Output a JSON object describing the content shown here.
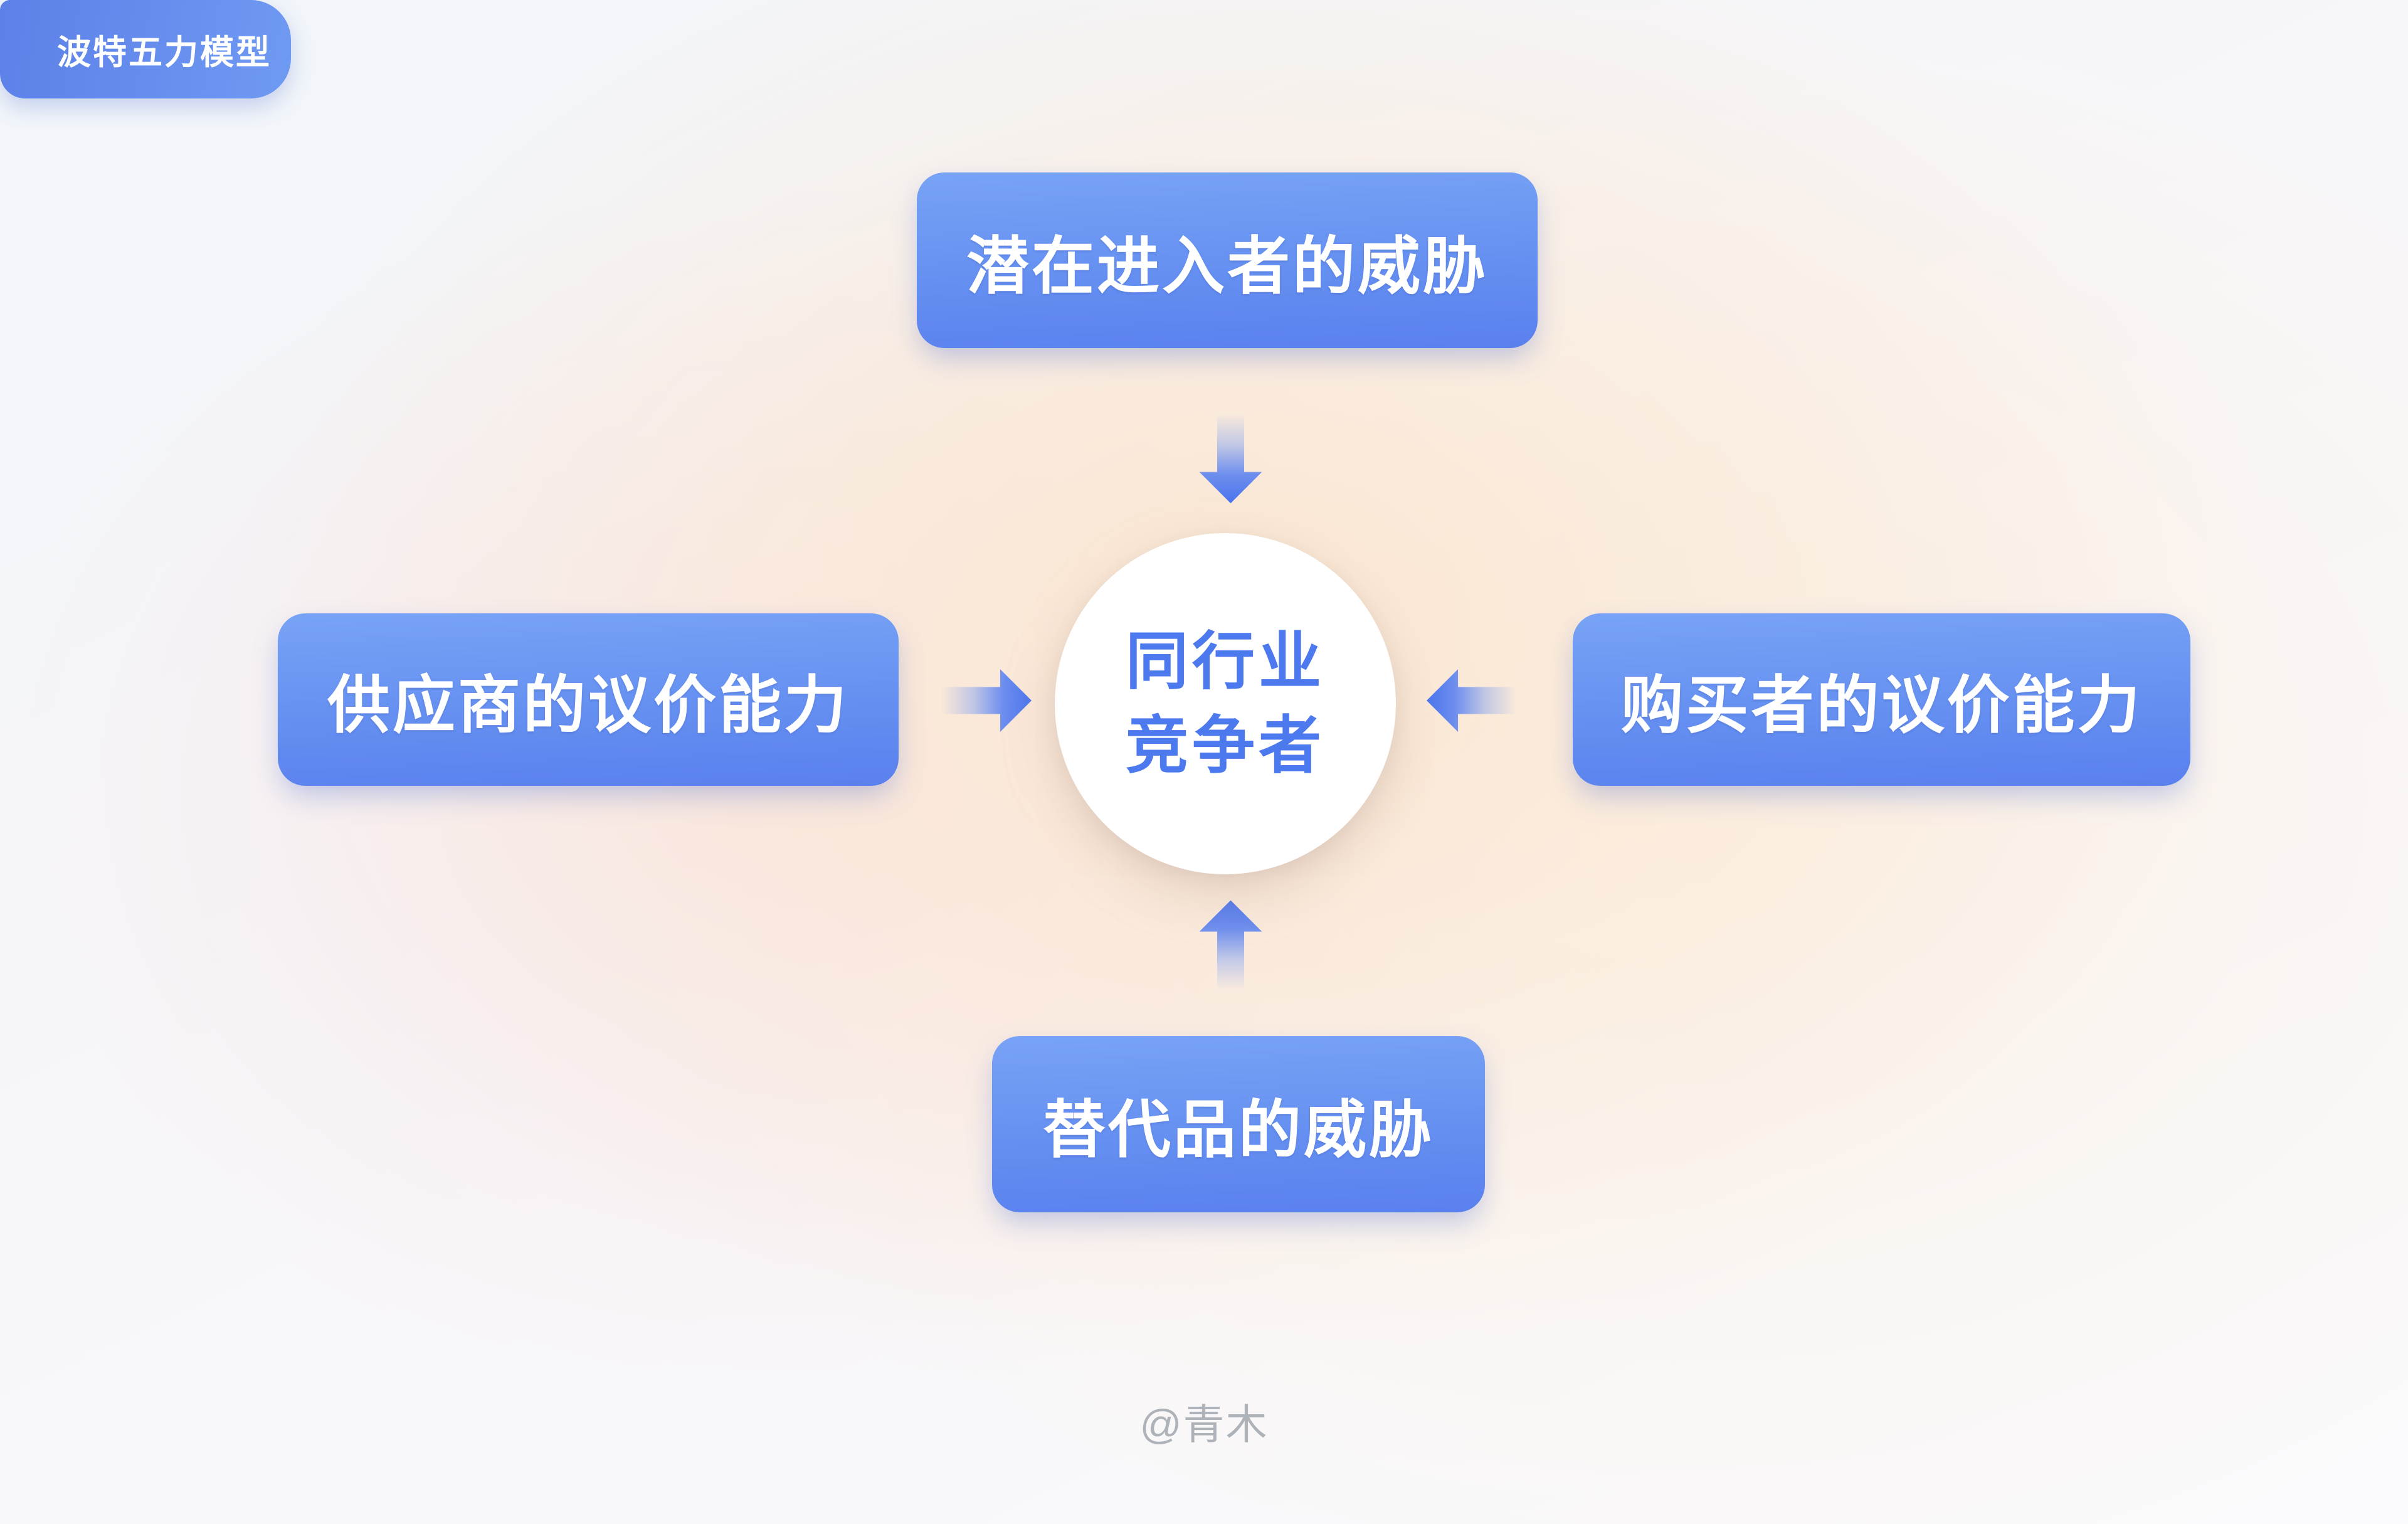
{
  "header": {
    "badge_label": "波特五力模型"
  },
  "diagram": {
    "center": {
      "line1": "同行业",
      "line2": "竞争者"
    },
    "forces": [
      {
        "position": "top",
        "label": "潜在进入者的威胁"
      },
      {
        "position": "left",
        "label": "供应商的议价能力"
      },
      {
        "position": "right",
        "label": "购买者的议价能力"
      },
      {
        "position": "bottom",
        "label": "替代品的威胁"
      }
    ],
    "arrows": [
      {
        "direction": "down",
        "from": "top",
        "to": "center"
      },
      {
        "direction": "right",
        "from": "left",
        "to": "center"
      },
      {
        "direction": "left",
        "from": "right",
        "to": "center"
      },
      {
        "direction": "up",
        "from": "bottom",
        "to": "center"
      }
    ],
    "colors": {
      "box_gradient_top": "#78a3f5",
      "box_gradient_bottom": "#5a80ee",
      "badge_gradient_left": "#5c80e8",
      "badge_gradient_right": "#6f9af2",
      "box_text": "#ffffff",
      "center_text": "#4c79ee",
      "arrow_blue": "#4a74ee",
      "watermark_gray": "#aeb3b9"
    }
  },
  "footer": {
    "watermark": "@青木"
  }
}
